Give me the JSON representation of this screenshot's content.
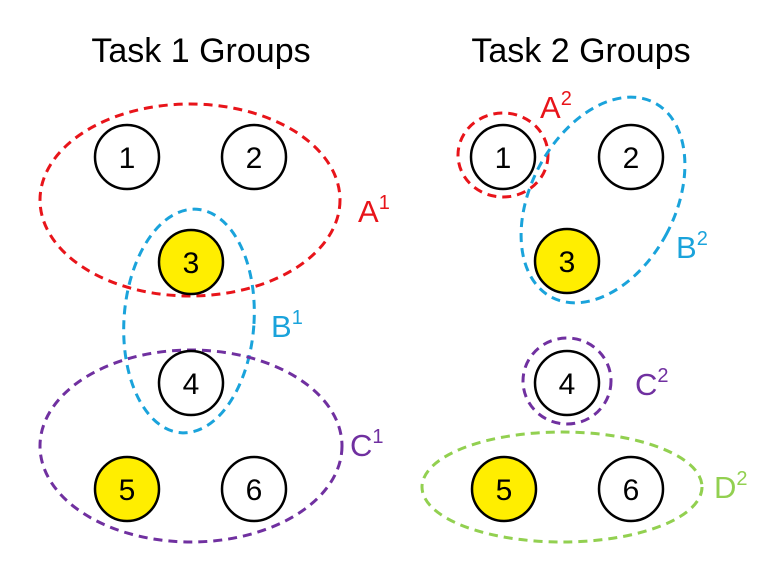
{
  "colors": {
    "red": "#e8141a",
    "blue": "#1aa3db",
    "purple": "#7030a0",
    "green": "#92d050",
    "node_fill": "#ffffff",
    "node_highlight": "#ffee00",
    "node_stroke": "#000000"
  },
  "task1": {
    "title": "Task 1 Groups",
    "nodes": [
      {
        "label": "1",
        "highlight": false
      },
      {
        "label": "2",
        "highlight": false
      },
      {
        "label": "3",
        "highlight": true
      },
      {
        "label": "4",
        "highlight": false
      },
      {
        "label": "5",
        "highlight": true
      },
      {
        "label": "6",
        "highlight": false
      }
    ],
    "groups": [
      {
        "letter": "A",
        "sup": "1",
        "color": "red",
        "members": [
          "1",
          "2",
          "3"
        ]
      },
      {
        "letter": "B",
        "sup": "1",
        "color": "blue",
        "members": [
          "3",
          "4"
        ]
      },
      {
        "letter": "C",
        "sup": "1",
        "color": "purple",
        "members": [
          "4",
          "5",
          "6"
        ]
      }
    ]
  },
  "task2": {
    "title": "Task 2 Groups",
    "nodes": [
      {
        "label": "1",
        "highlight": false
      },
      {
        "label": "2",
        "highlight": false
      },
      {
        "label": "3",
        "highlight": true
      },
      {
        "label": "4",
        "highlight": false
      },
      {
        "label": "5",
        "highlight": true
      },
      {
        "label": "6",
        "highlight": false
      }
    ],
    "groups": [
      {
        "letter": "A",
        "sup": "2",
        "color": "red",
        "members": [
          "1"
        ]
      },
      {
        "letter": "B",
        "sup": "2",
        "color": "blue",
        "members": [
          "2",
          "3"
        ]
      },
      {
        "letter": "C",
        "sup": "2",
        "color": "purple",
        "members": [
          "4"
        ]
      },
      {
        "letter": "D",
        "sup": "2",
        "color": "green",
        "members": [
          "5",
          "6"
        ]
      }
    ]
  }
}
